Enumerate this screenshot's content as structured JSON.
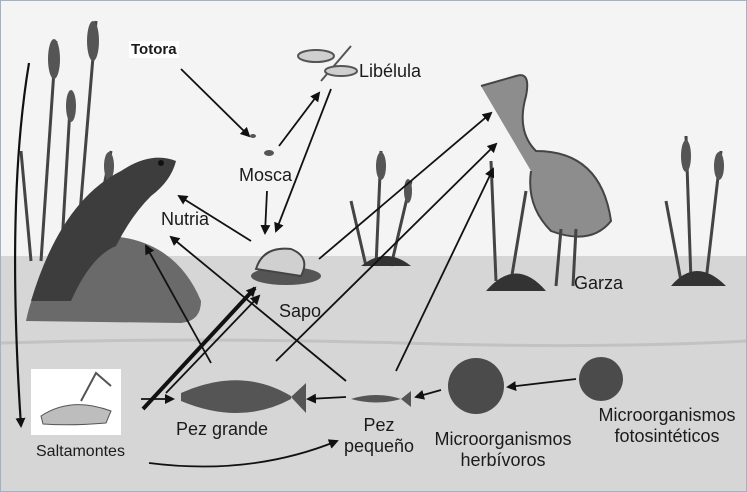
{
  "labels": {
    "totora": "Totora",
    "libelula": "Libélula",
    "mosca": "Mosca",
    "nutria": "Nutria",
    "sapo": "Sapo",
    "garza": "Garza",
    "saltamontes": "Saltamontes",
    "pez_grande": "Pez grande",
    "pez_pequeno_1": "Pez",
    "pez_pequeno_2": "pequeño",
    "micro_herb_1": "Microorganismos",
    "micro_herb_2": "herbívoros",
    "micro_foto_1": "Microorganismos",
    "micro_foto_2": "fotosintéticos"
  },
  "colors": {
    "sky": "#f4f4f4",
    "water": "#d6d6d6",
    "arrow": "#111111",
    "organism": "#3a3a3a"
  }
}
